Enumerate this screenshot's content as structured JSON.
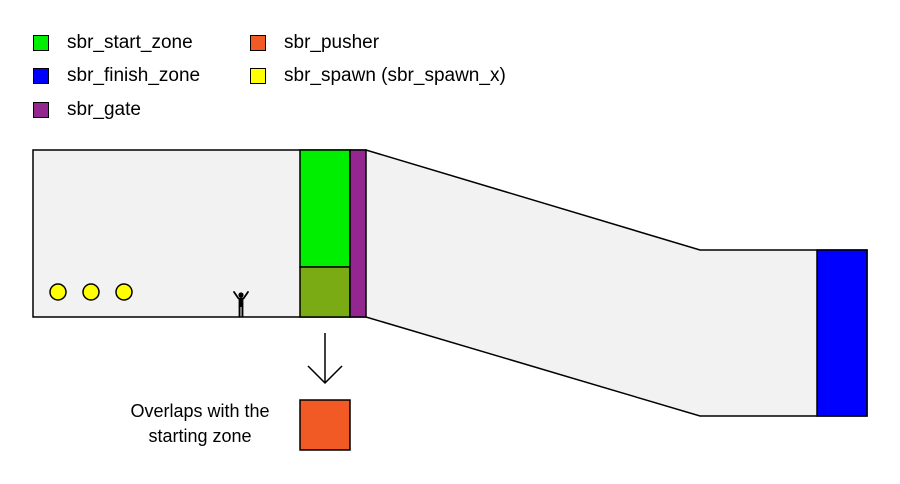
{
  "legend": {
    "items": [
      {
        "key": "start",
        "label": "sbr_start_zone",
        "color": "#00ee00"
      },
      {
        "key": "finish",
        "label": "sbr_finish_zone",
        "color": "#0000ff"
      },
      {
        "key": "gate",
        "label": "sbr_gate",
        "color": "#93278f"
      },
      {
        "key": "pusher",
        "label": "sbr_pusher",
        "color": "#f15a24"
      },
      {
        "key": "spawn",
        "label": "sbr_spawn (sbr_spawn_x)",
        "color": "#ffff00"
      }
    ]
  },
  "colors": {
    "floor": "#f2f2f2",
    "overlap": "#7aab15",
    "outline": "#000000"
  },
  "annotation": {
    "line1": "Overlaps with the",
    "line2": "starting zone"
  },
  "spawn_count": 3
}
